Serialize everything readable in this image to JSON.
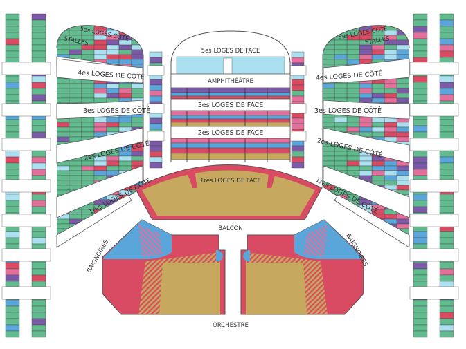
{
  "title": "Opera seating plan",
  "colors": {
    "green": "#62bb8f",
    "purple": "#7b5ba8",
    "light_blue": "#abe0f0",
    "blue": "#5aa5d9",
    "pink": "#e2709a",
    "red": "#d84b63",
    "gold": "#c6a95e"
  },
  "left_side": {
    "loges_5": "5es LOGES CÔTÉ",
    "stalles": "STALLES",
    "loges_4": "4es LOGES DE CÔTÉ",
    "loges_3": "3es LOGES DE CÔTÉ",
    "loges_2": "2es LOGES DE CÔTÉ",
    "loges_1": "1res LOGES DE CÔTÉ",
    "baignoires": "BAIGNOIRES"
  },
  "right_side": {
    "loges_5": "5es LOGES CÔTÉ",
    "stalles": "STALLES",
    "loges_4": "4es LOGES DE CÔTÉ",
    "loges_3": "3es LOGES DE CÔTÉ",
    "loges_2": "2es LOGES DE CÔTÉ",
    "loges_1": "1res LOGES DE CÔTÉ",
    "baignoires": "BAIGNOIRES"
  },
  "centre": {
    "loges_face_5": "5es LOGES DE FACE",
    "amphitheatre": "AMPHITHÉÂTRE",
    "loges_face_3": "3es LOGES DE FACE",
    "loges_face_2": "2es LOGES DE FACE",
    "loges_face_1": "1res LOGES DE FACE",
    "balcon": "BALCON",
    "orchestre": "ORCHESTRE"
  }
}
